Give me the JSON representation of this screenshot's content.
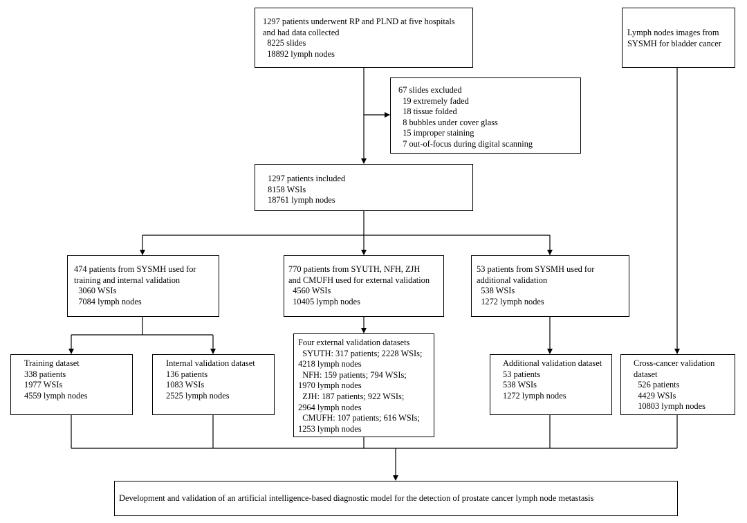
{
  "colors": {
    "stroke": "#000000",
    "background": "#ffffff"
  },
  "boxes": {
    "start": [
      "1297 patients underwent RP and PLND at five hospitals",
      "and had data collected",
      "  8225 slides",
      "  18892 lymph nodes"
    ],
    "excluded": [
      "67 slides excluded",
      "  19 extremely faded",
      "  18 tissue folded",
      "  8 bubbles under cover glass",
      "  15 improper staining",
      "  7 out-of-focus during digital scanning"
    ],
    "included": [
      "1297 patients included",
      "8158 WSIs",
      "18761 lymph nodes"
    ],
    "sysmh": [
      "474 patients from SYSMH used for",
      "training and internal validation",
      "  3060 WSIs",
      "  7084 lymph nodes"
    ],
    "external": [
      "770 patients from SYUTH, NFH, ZJH",
      "and CMUFH used for external validation",
      "  4560 WSIs",
      "  10405 lymph nodes"
    ],
    "additional": [
      "53 patients from SYSMH used for",
      "additional validation",
      "  538 WSIs",
      "  1272 lymph nodes"
    ],
    "bladder": [
      "Lymph nodes images from",
      "SYSMH for bladder cancer"
    ],
    "training": [
      "Training dataset",
      "338 patients",
      "1977 WSIs",
      "4559 lymph nodes"
    ],
    "internal": [
      "Internal validation dataset",
      "136 patients",
      "1083 WSIs",
      "2525 lymph nodes"
    ],
    "four": [
      "Four external validation datasets",
      "  SYUTH: 317 patients; 2228 WSIs;",
      "4218 lymph nodes",
      "  NFH: 159 patients; 794 WSIs;",
      "1970 lymph nodes",
      "  ZJH: 187 patients; 922 WSIs;",
      "2964 lymph nodes",
      "  CMUFH: 107 patients; 616 WSIs;",
      "1253 lymph nodes"
    ],
    "additional_ds": [
      "Additional validation dataset",
      "53 patients",
      "538 WSIs",
      "1272 lymph nodes"
    ],
    "cross": [
      "Cross-cancer validation",
      "dataset",
      "  526 patients",
      "  4429 WSIs",
      "  10803 lymph nodes"
    ],
    "final": [
      "Development and validation of an artificial intelligence-based diagnostic model for the detection of prostate cancer lymph node metastasis"
    ]
  }
}
